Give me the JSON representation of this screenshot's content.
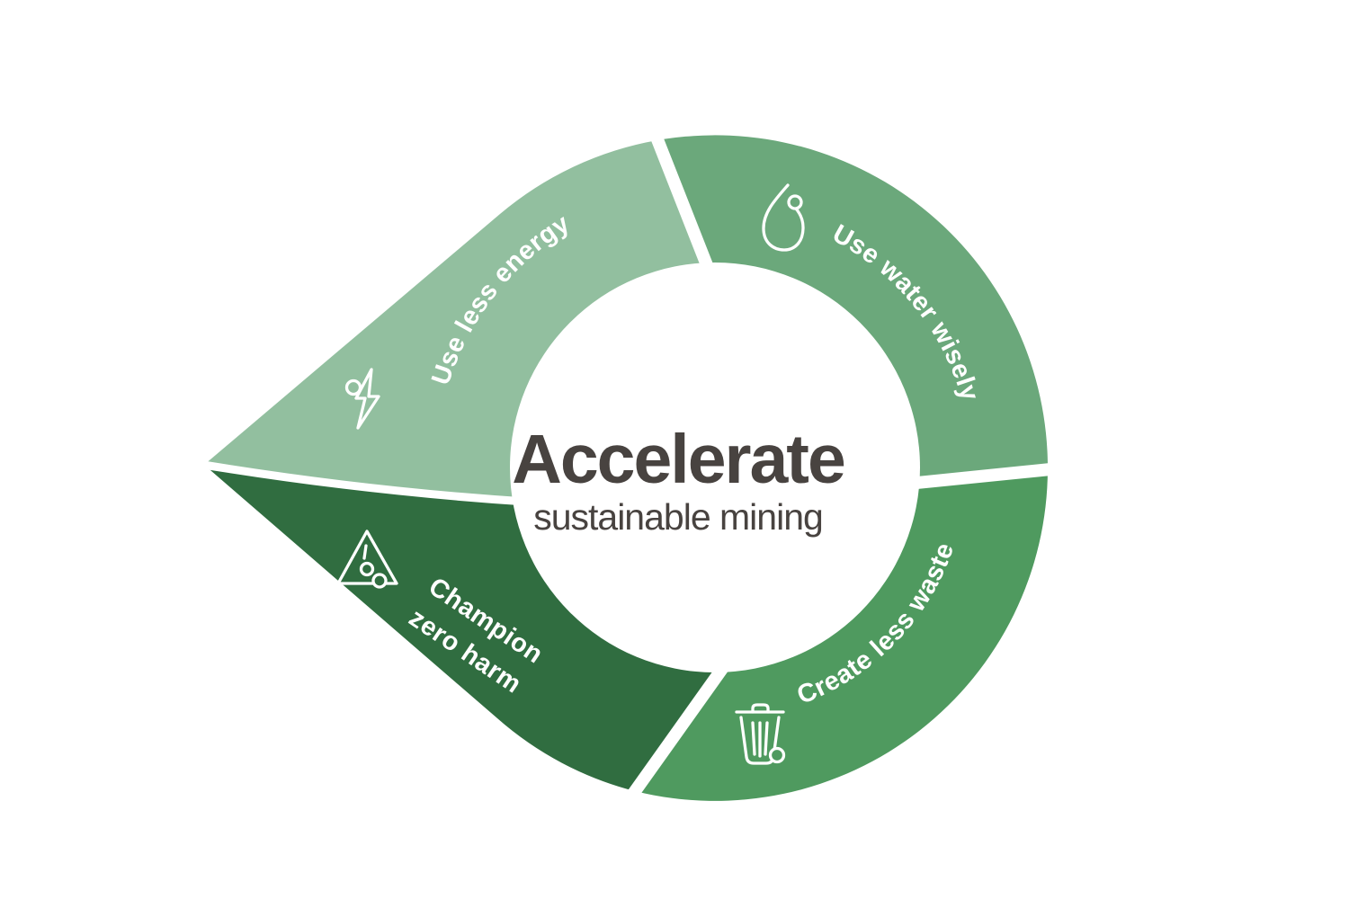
{
  "diagram": {
    "title": "Accelerate",
    "subtitle": "sustainable mining",
    "title_color": "#484340",
    "label_color": "#FFFFFF",
    "background_color": "#FFFFFF",
    "segments": [
      {
        "label": "Use less energy",
        "icon": "lightning-bolt-icon",
        "color": "#92BF9F"
      },
      {
        "label": "Use water wisely",
        "icon": "water-drop-icon",
        "color": "#6BA87B"
      },
      {
        "label": "Create less waste",
        "icon": "trash-can-icon",
        "color": "#4F9A5F"
      },
      {
        "label": "Champion zero harm",
        "lines": [
          "Champion",
          "zero harm"
        ],
        "icon": "warning-triangle-icon",
        "color": "#306D40"
      }
    ]
  }
}
